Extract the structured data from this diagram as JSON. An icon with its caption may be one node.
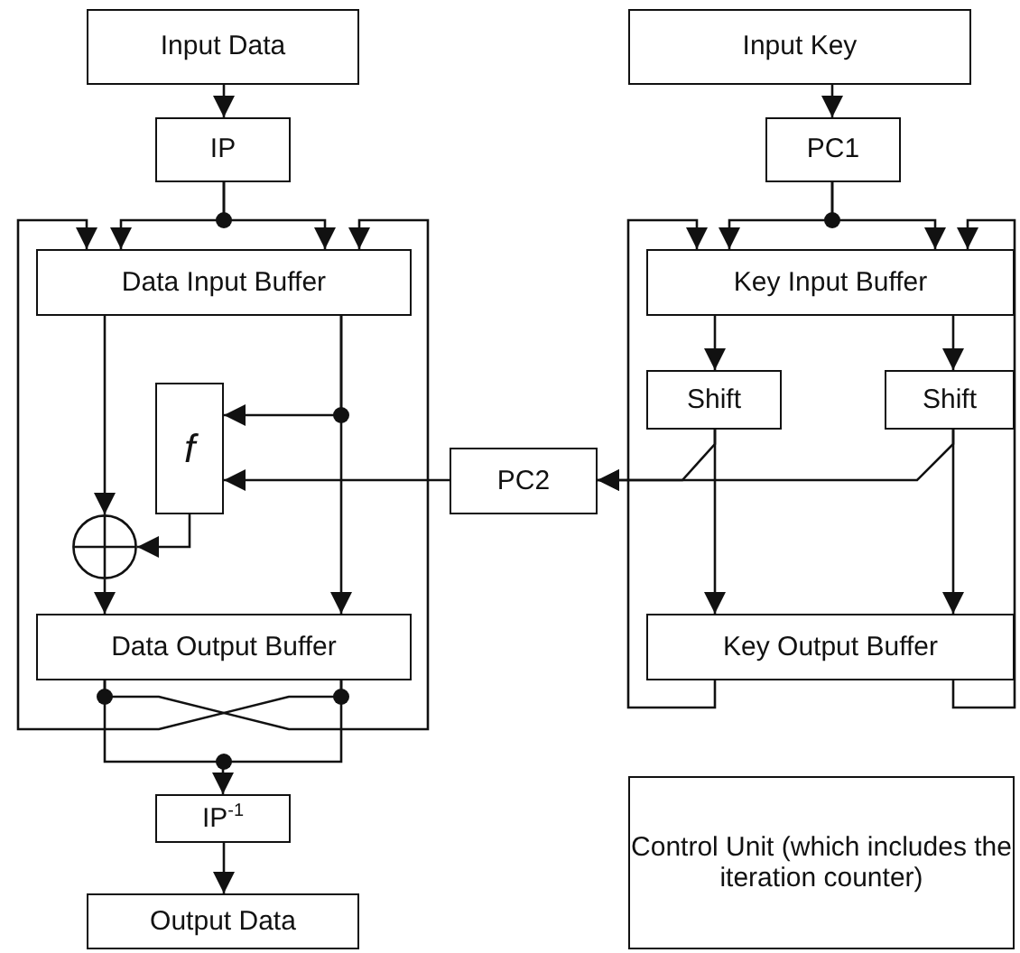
{
  "diagram": {
    "nodes": [
      {
        "text": [
          "Input Data"
        ]
      },
      {
        "text": [
          "IP"
        ]
      },
      {
        "text": [
          "Data Input Buffer"
        ]
      },
      {
        "text": [
          "f"
        ]
      },
      {
        "text": [],
        "shape": "circle"
      },
      {
        "text": [
          "Data Output Buffer"
        ]
      },
      {
        "text": [
          "IP$^{-1}$"
        ]
      },
      {
        "text": [
          "Output Data"
        ]
      },
      {
        "text": [
          "Input Key"
        ]
      },
      {
        "text": [
          "PC1"
        ]
      },
      {
        "text": [
          "Key Input Buffer"
        ]
      },
      {
        "text": [
          "Shift"
        ]
      },
      {
        "text": [
          "Shift"
        ]
      },
      {
        "text": [
          "PC2"
        ]
      },
      {
        "text": [
          "Key Output Buffer"
        ]
      },
      {
        "text": [
          "Control Unit (which includes the iteration counter)"
        ]
      }
    ],
    "edges": [
      {
        "from": 0,
        "to": 1,
        "arrow": "to"
      },
      {
        "from": 1,
        "to": 2,
        "arrow": "to"
      },
      {
        "from": 1,
        "to": 2,
        "arrow": "to"
      },
      {
        "from": 2,
        "to": 4,
        "arrow": "to"
      },
      {
        "from": 2,
        "to": 3,
        "arrow": "to"
      },
      {
        "from": 2,
        "to": 5,
        "arrow": "to"
      },
      {
        "from": 13,
        "to": 3,
        "arrow": "to"
      },
      {
        "from": 3,
        "to": 4,
        "arrow": "to"
      },
      {
        "from": 4,
        "to": 5,
        "arrow": "to"
      },
      {
        "from": 5,
        "to": 2,
        "arrow": "to"
      },
      {
        "from": 5,
        "to": 2,
        "arrow": "to"
      },
      {
        "from": 5,
        "to": 6,
        "arrow": "to"
      },
      {
        "from": 6,
        "to": 7,
        "arrow": "to"
      },
      {
        "from": 8,
        "to": 9,
        "arrow": "to"
      },
      {
        "from": 9,
        "to": 10,
        "arrow": "to"
      },
      {
        "from": 9,
        "to": 10,
        "arrow": "to"
      },
      {
        "from": 10,
        "to": 11,
        "arrow": "to"
      },
      {
        "from": 10,
        "to": 12,
        "arrow": "to"
      },
      {
        "from": 11,
        "to": 13,
        "arrow": "to"
      },
      {
        "from": 12,
        "to": 13,
        "arrow": "to"
      },
      {
        "from": 11,
        "to": 14,
        "arrow": "to"
      },
      {
        "from": 12,
        "to": 14,
        "arrow": "to"
      },
      {
        "from": 14,
        "to": 10,
        "arrow": "to"
      },
      {
        "from": 14,
        "to": 10,
        "arrow": "to"
      }
    ]
  }
}
